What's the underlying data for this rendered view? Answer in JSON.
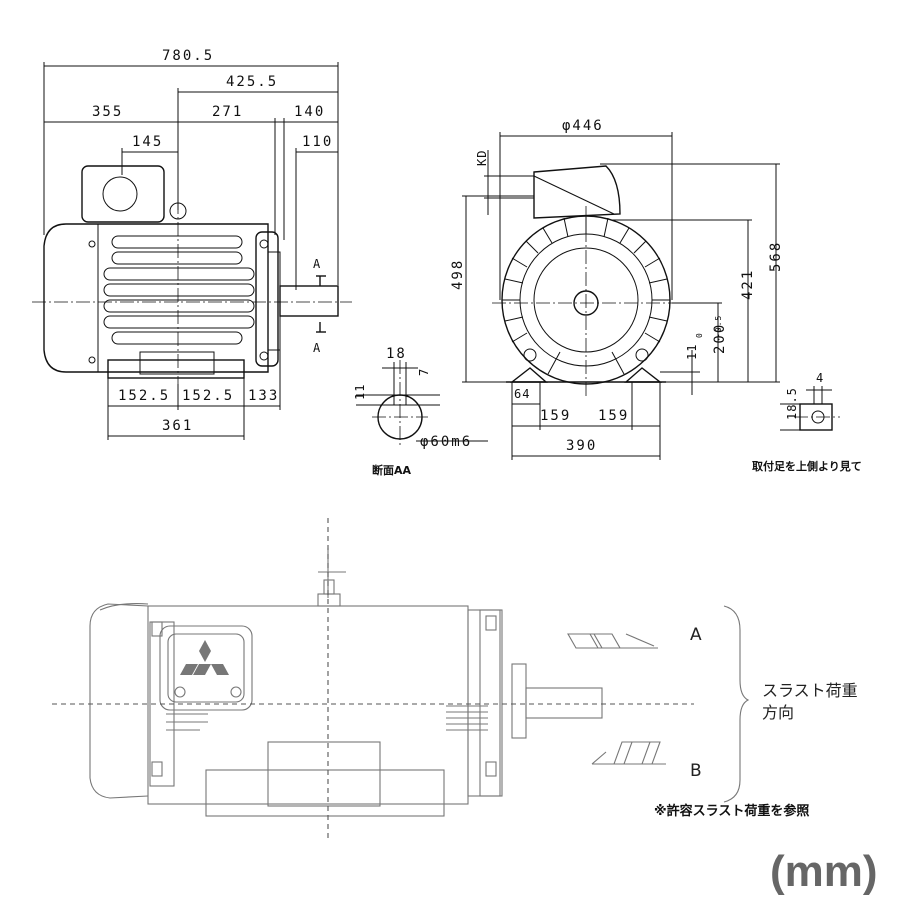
{
  "top_view_dims": {
    "overall_length": "780.5",
    "d425": "425.5",
    "d355": "355",
    "d271": "271",
    "d140": "140",
    "d145": "145",
    "d110": "110",
    "section_mark_a": "A",
    "d152a": "152.5",
    "d152b": "152.5",
    "d133": "133",
    "d361": "361"
  },
  "section_aa": {
    "key_width": "18",
    "d11": "11",
    "d7": "7",
    "shaft_dia": "φ60m6",
    "label": "断面AA"
  },
  "end_view_dims": {
    "flange_dia": "φ446",
    "kd": "KD",
    "height_498": "498",
    "height_421": "421",
    "height_568": "568",
    "shaft_height": "200",
    "shaft_tol_upper": "0",
    "shaft_tol_lower": "-0.5",
    "d11": "11",
    "d64": "64",
    "d159a": "159",
    "d159b": "159",
    "d390": "390"
  },
  "foot_view": {
    "d4": "4",
    "d18_5": "18.5",
    "label": "取付足を上側より見て"
  },
  "thrust": {
    "label_a": "A",
    "label_b": "B",
    "direction_label_1": "スラスト荷重",
    "direction_label_2": "方向",
    "note": "※許容スラスト荷重を参照"
  },
  "unit": "(mm)"
}
